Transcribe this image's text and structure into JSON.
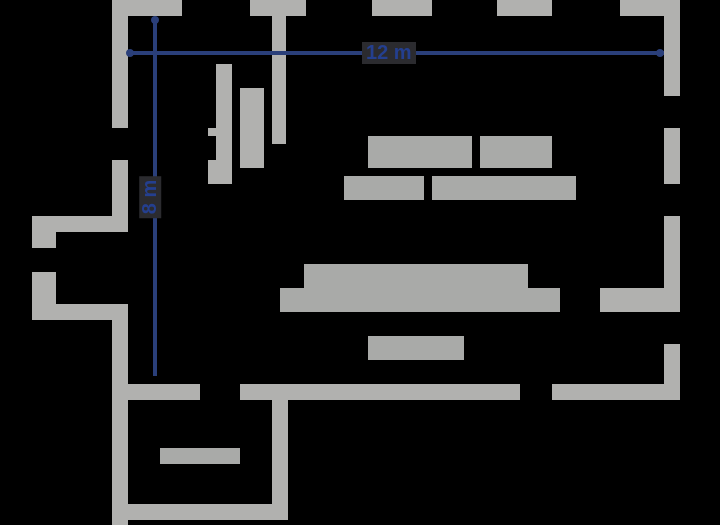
{
  "diagram": {
    "type": "floor-plan",
    "colors": {
      "background": "#000000",
      "wall": "#b1b1af",
      "dimension": "#2a3f7a",
      "dimension_text": "#243f8f",
      "label_block": "#a9aaa8"
    },
    "dimensions": {
      "width_label": "12 m",
      "height_label": "8 m"
    },
    "labels": {
      "room_title": "",
      "room_subtitle": "",
      "center_label_line1": "",
      "center_label_line2": "",
      "center_label_small": "",
      "small_room_label": ""
    }
  }
}
